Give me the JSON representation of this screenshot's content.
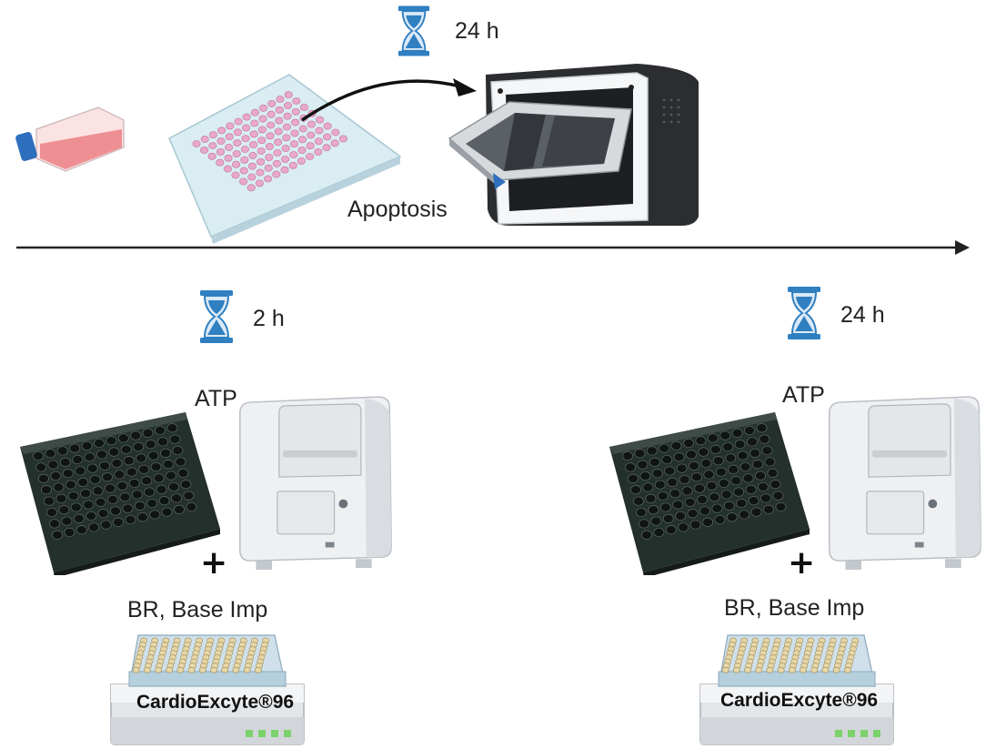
{
  "top": {
    "time_label": "24 h",
    "step_label": "Apoptosis"
  },
  "left_branch": {
    "time_label": "2 h",
    "assay_label": "ATP",
    "plus": "+",
    "readout_label": "BR, Base Imp",
    "device_label": "CardioExcyte®96"
  },
  "right_branch": {
    "time_label": "24 h",
    "assay_label": "ATP",
    "plus": "+",
    "readout_label": "BR, Base Imp",
    "device_label": "CardioExcyte®96"
  },
  "colors": {
    "hourglass": "#2f7fc1",
    "well_pink": "#e9a9c9",
    "timeline": "#222222"
  }
}
